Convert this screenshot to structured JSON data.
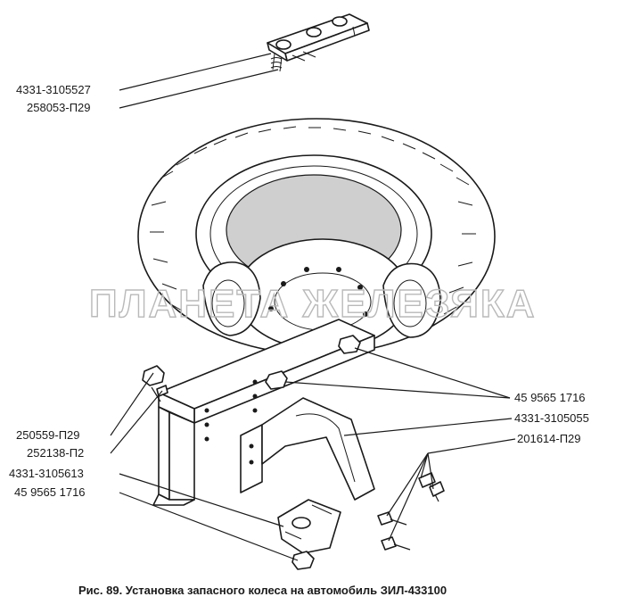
{
  "labels": {
    "l1": "4331-3105527",
    "l2": "258053-П29",
    "l3": "45 9565 1716",
    "l4": "4331-3105055",
    "l5": "201614-П29",
    "l6": "250559-П29",
    "l7": "252138-П2",
    "l8": "4331-3105613",
    "l9": "45 9565 1716"
  },
  "caption": "Рис. 89. Установка запасного колеса на автомобиль ЗИЛ-433100",
  "watermark": "ПЛАНЕТА ЖЕЛЕЗЯКА"
}
